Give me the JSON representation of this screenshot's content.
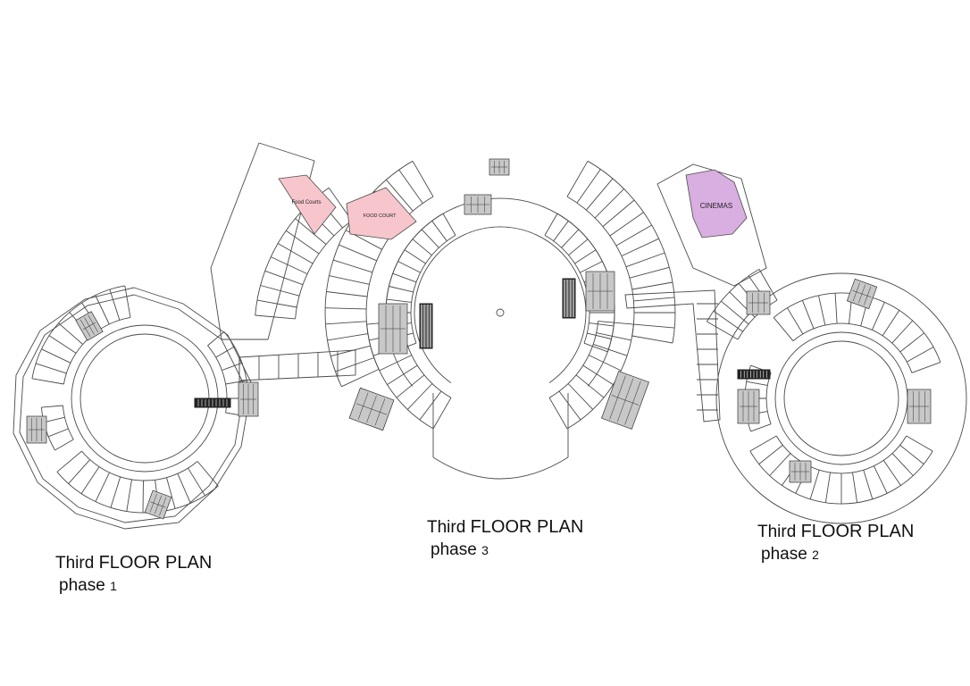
{
  "plans": [
    {
      "id": "phase1",
      "floor_word": "Third",
      "floor_label": "FLOOR PLAN",
      "phase_word": "phase",
      "phase_num": "1"
    },
    {
      "id": "phase3",
      "floor_word": "Third",
      "floor_label": "FLOOR PLAN",
      "phase_word": "phase",
      "phase_num": "3"
    },
    {
      "id": "phase2",
      "floor_word": "Third",
      "floor_label": "FLOOR PLAN",
      "phase_word": "phase",
      "phase_num": "2"
    }
  ],
  "zones": {
    "food_courts": "Food Courts",
    "food_court": "FOOD COURT",
    "cinemas": "CINEMAS"
  },
  "colors": {
    "line": "#4a4a4a",
    "food_court_fill": "#f6c6cc",
    "cinema_fill": "#d9aee0",
    "core_fill": "#bdbdbd",
    "background": "#ffffff"
  }
}
